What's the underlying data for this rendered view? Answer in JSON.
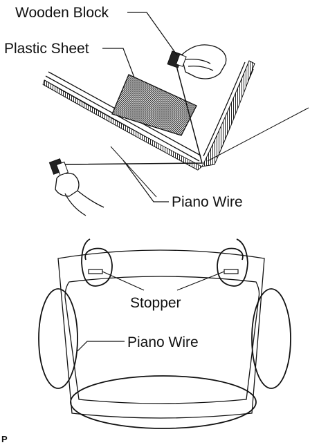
{
  "labels": {
    "wooden_block": "Wooden Block",
    "plastic_sheet": "Plastic Sheet",
    "piano_wire_top": "Piano Wire",
    "stopper": "Stopper",
    "piano_wire_bottom": "Piano Wire"
  },
  "figure_tag": "P"
}
